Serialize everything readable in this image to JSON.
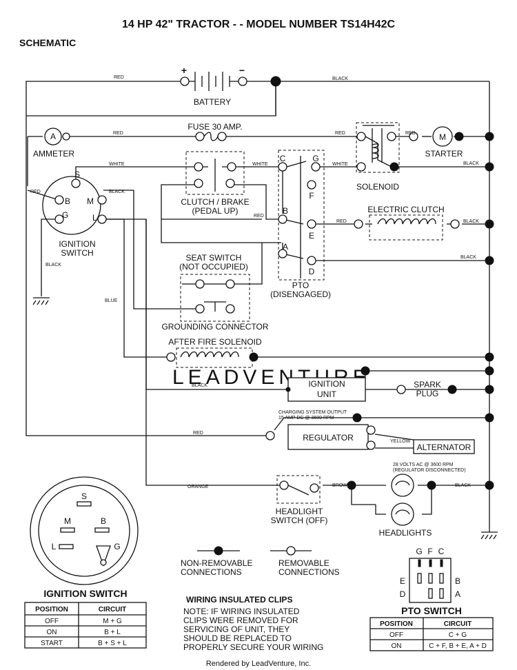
{
  "title": "14 HP 42\" TRACTOR - - MODEL NUMBER TS14H42C",
  "subtitle": "SCHEMATIC",
  "watermark": "LEADVENTURE",
  "footer": "Rendered by LeadVenture, Inc.",
  "components": {
    "battery": "BATTERY",
    "battery_plus": "+",
    "battery_minus": "−",
    "fuse": "FUSE 30 AMP.",
    "ammeter": "AMMETER",
    "ammeter_symbol": "A",
    "starter": "STARTER",
    "starter_symbol": "M",
    "solenoid": "SOLENOID",
    "clutch_brake": "CLUTCH / BRAKE",
    "clutch_brake_state": "(PEDAL UP)",
    "ignition_switch": "IGNITION",
    "ignition_switch_2": "SWITCH",
    "seat_switch": "SEAT SWITCH",
    "seat_switch_state": "(NOT OCCUPIED)",
    "grounding_connector": "GROUNDING CONNECTOR",
    "pto": "PTO",
    "pto_state": "(DISENGAGED)",
    "electric_clutch": "ELECTRIC CLUTCH",
    "after_fire_solenoid": "AFTER FIRE SOLENOID",
    "ignition_unit": "IGNITION",
    "ignition_unit_2": "UNIT",
    "spark_plug": "SPARK",
    "spark_plug_2": "PLUG",
    "regulator": "REGULATOR",
    "alternator": "ALTERNATOR",
    "charging_output": "CHARGING SYSTEM OUTPUT",
    "charging_output_2": "15 AMP DC @ 3600 RPM",
    "alternator_output": "28 VOLTS AC @ 3600 RPM",
    "alternator_output_2": "(REGULATOR DISCONNECTED)",
    "headlight_switch": "HEADLIGHT",
    "headlight_switch_state": "SWITCH (OFF)",
    "headlights": "HEADLIGHTS"
  },
  "terminals": {
    "S": "S",
    "B": "B",
    "M": "M",
    "G": "G",
    "L": "L",
    "C": "C",
    "E": "E",
    "D": "D",
    "F": "F",
    "A": "A"
  },
  "wire_colors": {
    "red": "RED",
    "black": "BLACK",
    "white": "WHITE",
    "blue": "BLUE",
    "orange": "ORANGE",
    "brown": "BROWN",
    "yellow": "YELLOW"
  },
  "legend": {
    "non_removable": "NON-REMOVABLE",
    "non_removable_2": "CONNECTIONS",
    "removable": "REMOVABLE",
    "removable_2": "CONNECTIONS"
  },
  "clips_note": {
    "heading": "WIRING INSULATED CLIPS",
    "lines": [
      "NOTE: IF WIRING INSULATED",
      "CLIPS WERE REMOVED FOR",
      "SERVICING OF UNIT, THEY",
      "SHOULD BE REPLACED TO",
      "PROPERLY SECURE YOUR WIRING"
    ]
  },
  "ignition_table": {
    "title": "IGNITION SWITCH",
    "headers": [
      "POSITION",
      "CIRCUIT"
    ],
    "rows": [
      [
        "OFF",
        "M + G"
      ],
      [
        "ON",
        "B + L"
      ],
      [
        "START",
        "B + S + L"
      ]
    ]
  },
  "pto_table": {
    "title": "PTO SWITCH",
    "headers": [
      "POSITION",
      "CIRCUIT"
    ],
    "rows": [
      [
        "OFF",
        "C + G"
      ],
      [
        "ON",
        "C + F, B + E, A + D"
      ]
    ]
  }
}
